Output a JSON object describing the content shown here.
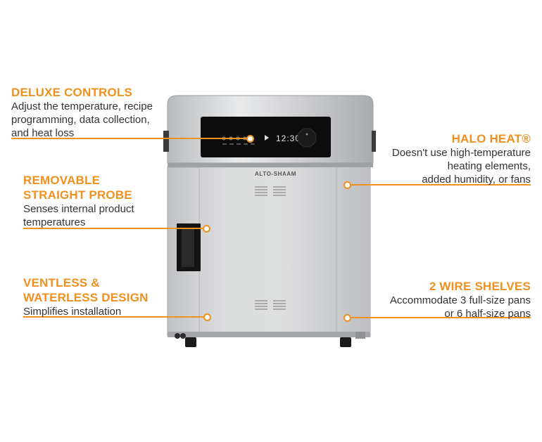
{
  "brand": {
    "logo_text": "ALTO-SHAAM"
  },
  "display": {
    "time": "12:30"
  },
  "colors": {
    "accent": "#f0901e",
    "text": "#333333",
    "cabinet": "#c9cacc"
  },
  "callouts": {
    "deluxe_controls": {
      "title": "DELUXE CONTROLS",
      "desc": [
        "Adjust the temperature, recipe",
        "programming, data collection,",
        "and heat loss"
      ]
    },
    "removable_probe": {
      "title": [
        "REMOVABLE",
        "STRAIGHT PROBE"
      ],
      "desc": [
        "Senses internal product",
        "temperatures"
      ]
    },
    "ventless": {
      "title": [
        "VENTLESS &",
        "WATERLESS DESIGN"
      ],
      "desc": [
        "Simplifies installation"
      ]
    },
    "halo_heat": {
      "title": "HALO HEAT®",
      "desc": [
        "Doesn't use high-temperature",
        "heating elements,",
        "added humidity, or fans"
      ]
    },
    "wire_shelves": {
      "title": "2 WIRE SHELVES",
      "desc": [
        "Accommodate 3 full-size pans",
        "or 6 half-size pans"
      ]
    }
  }
}
